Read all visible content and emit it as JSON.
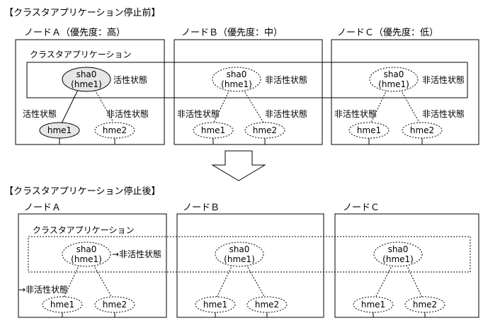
{
  "before": {
    "heading": "【クラスタアプリケーション停止前】",
    "app_label": "クラスタアプリケーション",
    "nodes": [
      {
        "title": "ノードＡ（優先度：高）",
        "sha_line1": "sha0",
        "sha_line2": "(hme1)",
        "sha_state": "活性状態",
        "left_nic": "hme1",
        "right_nic": "hme2",
        "left_state": "活性状態",
        "right_state": "非活性状態"
      },
      {
        "title": "ノードＢ（優先度：中）",
        "sha_line1": "sha0",
        "sha_line2": "(hme1)",
        "sha_state": "非活性状態",
        "left_nic": "hme1",
        "right_nic": "hme2",
        "left_state": "非活性状態",
        "right_state": "非活性状態"
      },
      {
        "title": "ノードＣ（優先度：低）",
        "sha_line1": "sha0",
        "sha_line2": "(hme1)",
        "sha_state": "非活性状態",
        "left_nic": "hme1",
        "right_nic": "hme2",
        "left_state": "非活性状態",
        "right_state": "非活性状態"
      }
    ]
  },
  "after": {
    "heading": "【クラスタアプリケーション停止後】",
    "app_label": "クラスタアプリケーション",
    "sha_state_a": "→非活性状態",
    "nic_state_a": "→非活性状態",
    "nodes": [
      {
        "title": "ノードＡ",
        "sha_line1": "sha0",
        "sha_line2": "(hme1)",
        "left_nic": "hme1",
        "right_nic": "hme2"
      },
      {
        "title": "ノードＢ",
        "sha_line1": "sha0",
        "sha_line2": "(hme1)",
        "left_nic": "hme1",
        "right_nic": "hme2"
      },
      {
        "title": "ノードＣ",
        "sha_line1": "sha0",
        "sha_line2": "(hme1)",
        "left_nic": "hme1",
        "right_nic": "hme2"
      }
    ]
  }
}
